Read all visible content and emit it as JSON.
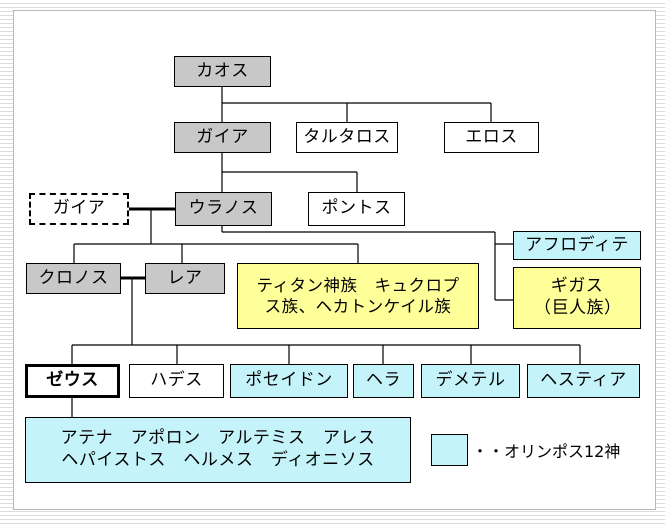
{
  "nodes": {
    "chaos": "カオス",
    "gaia": "ガイア",
    "tartaros": "タルタロス",
    "eros": "エロス",
    "gaia_ref": "ガイア",
    "uranos": "ウラノス",
    "pontos": "ポントス",
    "aphrodite": "アフロディテ",
    "kronos": "クロノス",
    "rhea": "レア",
    "titans": "ティタン神族　キュクロプス族、ヘカトンケイル族",
    "gigas": "ギガス（巨人族）",
    "zeus": "ゼウス",
    "hades": "ハデス",
    "poseidon": "ポセイドン",
    "hera": "ヘラ",
    "demeter": "デメテル",
    "hestia": "ヘスティア",
    "children_line1": "アテナ　アポロン　アルテミス　アレス",
    "children_line2": "ヘパイストス　ヘルメス　ディオニソス"
  },
  "legend": {
    "label": "・・オリンポス12神",
    "swatch_color": "#c4f4fa"
  },
  "colors": {
    "gray": "#c8c8c8",
    "cyan": "#c4f4fa",
    "yellow": "#ffff99"
  }
}
